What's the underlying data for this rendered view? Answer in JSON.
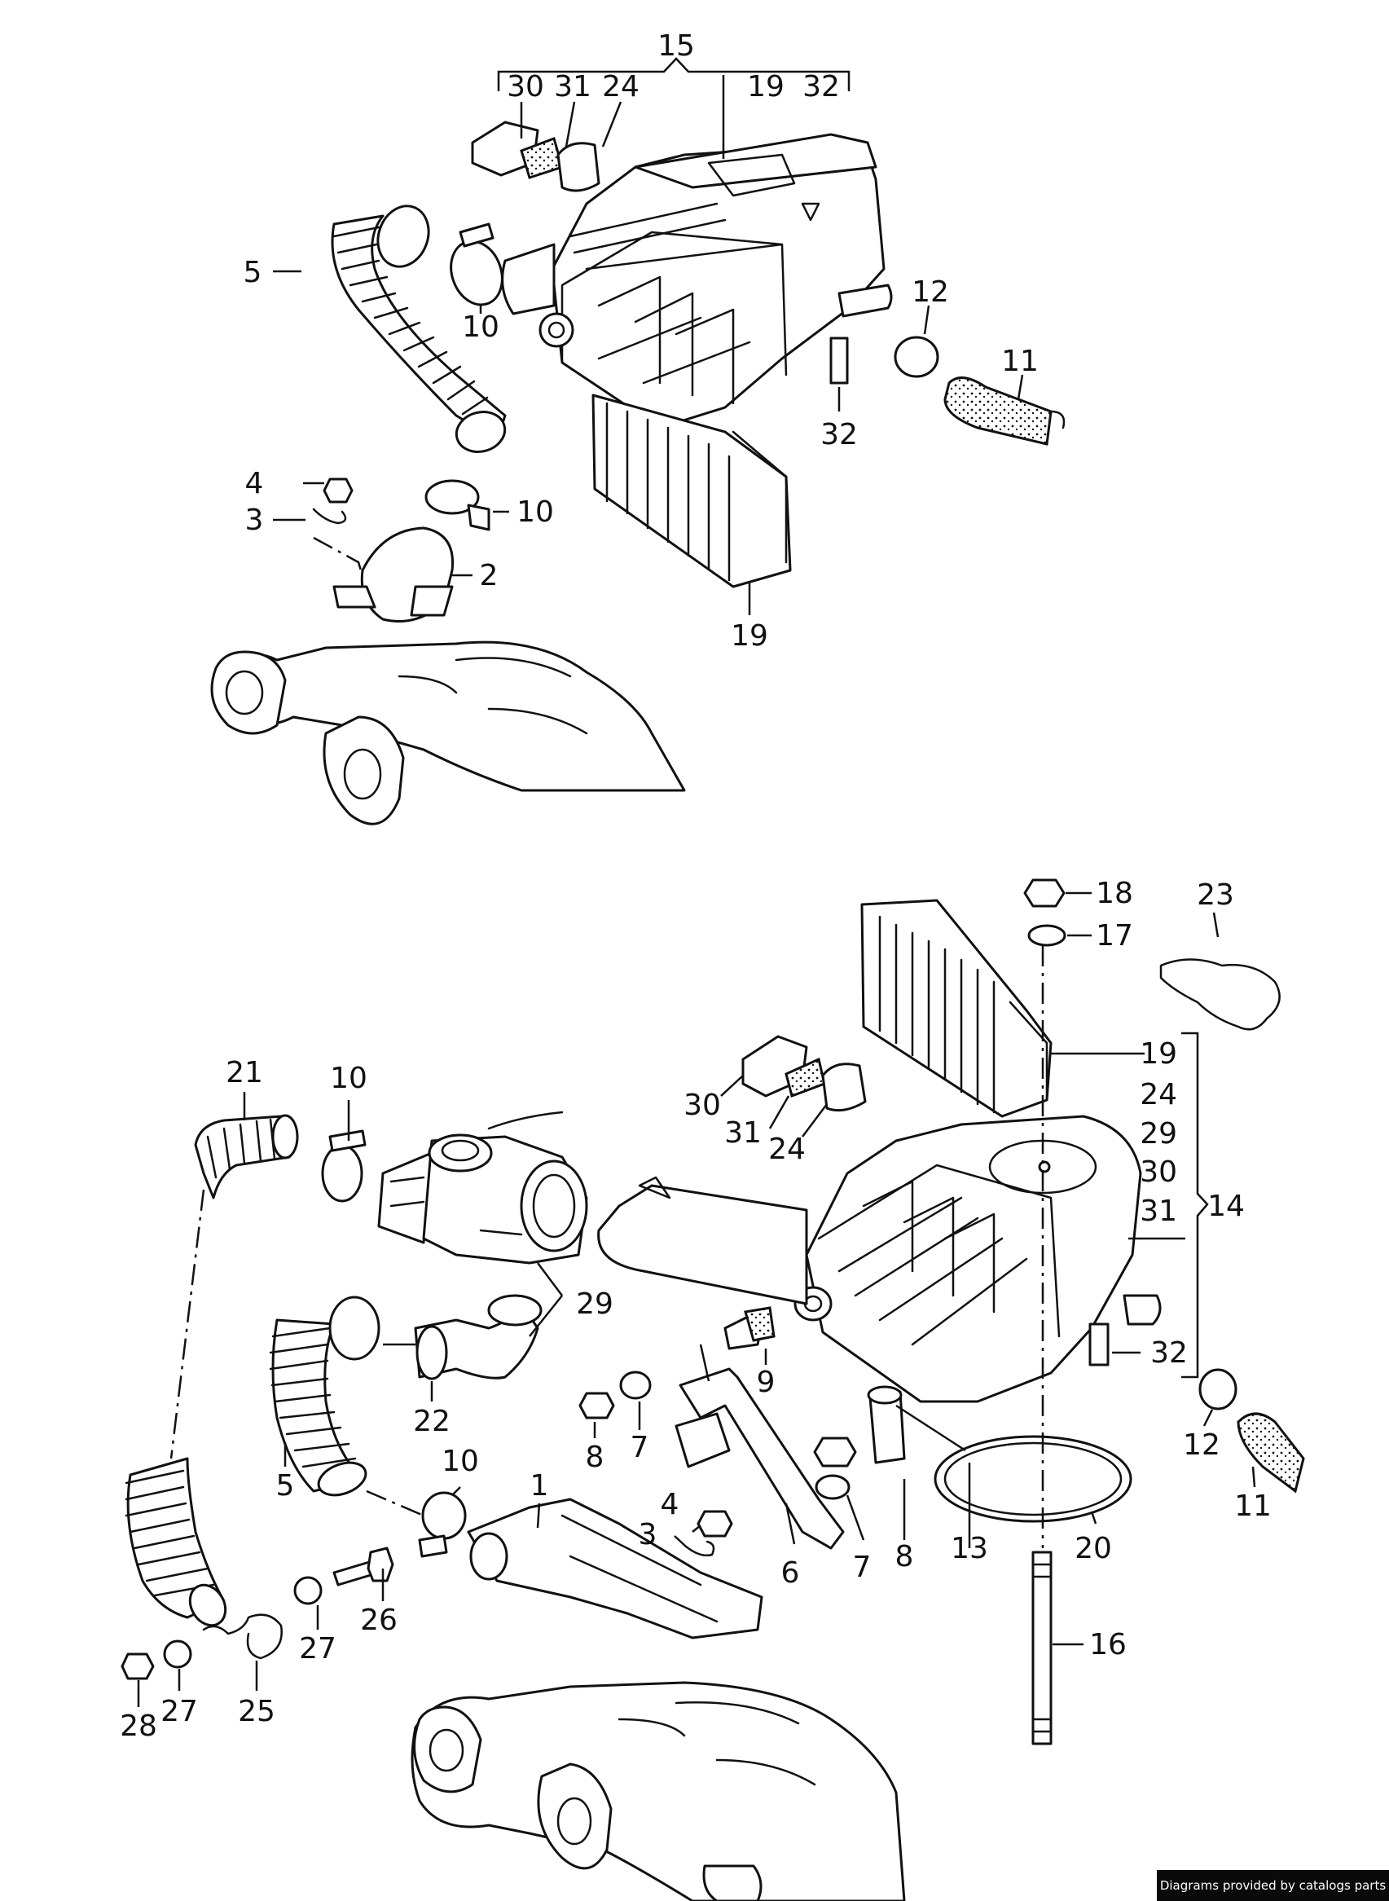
{
  "callouts": {
    "top": {
      "c15": "15",
      "c30": "30",
      "c31": "31",
      "c24": "24",
      "c19a": "19",
      "c32a": "32",
      "c5": "5",
      "c10a": "10",
      "c12": "12",
      "c11": "11",
      "c32b": "32",
      "c4": "4",
      "c3": "3",
      "c10b": "10",
      "c2": "2",
      "c19b": "19"
    },
    "bottom": {
      "c18": "18",
      "c17": "17",
      "c23": "23",
      "c19": "19",
      "c24g": "24",
      "c29g": "29",
      "c30g": "30",
      "c31g": "31",
      "c14": "14",
      "c21": "21",
      "c10a": "10",
      "c30": "30",
      "c31": "31",
      "c24": "24",
      "c29": "29",
      "c32": "32",
      "c9": "9",
      "c22": "22",
      "c8a": "8",
      "c7a": "7",
      "c12": "12",
      "c11": "11",
      "c5": "5",
      "c10b": "10",
      "c1": "1",
      "c4": "4",
      "c3": "3",
      "c6": "6",
      "c7b": "7",
      "c8b": "8",
      "c13": "13",
      "c20": "20",
      "c26": "26",
      "c27a": "27",
      "c16": "16",
      "c28": "28",
      "c27b": "27",
      "c25": "25"
    }
  },
  "credit": "Diagrams provided by catalogs parts"
}
